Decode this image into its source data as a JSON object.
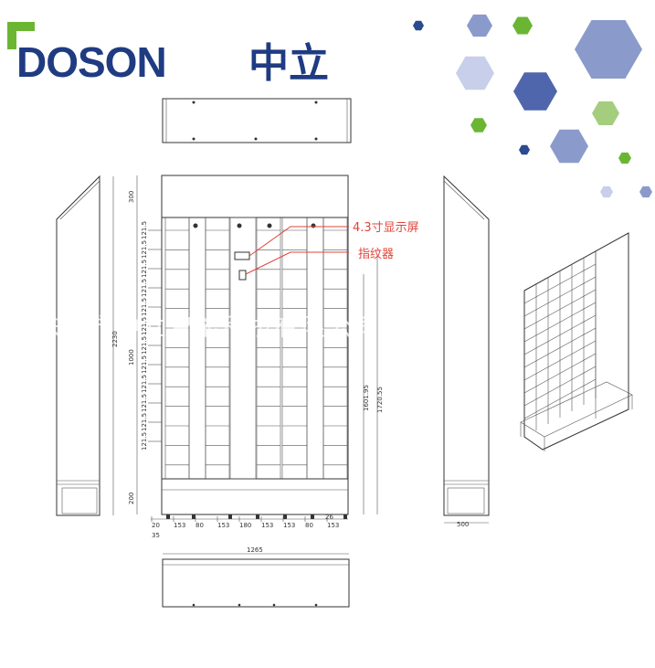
{
  "brand": {
    "latin": "DOSON",
    "cjk": "中立",
    "colors": {
      "primary": "#1f3b82",
      "accent": "#6ab633"
    }
  },
  "callouts": {
    "display": "4.3寸显示屏",
    "fingerprint": "指纹器"
  },
  "watermark": "东莞市中立智能科技有限公司",
  "dimensions": {
    "front_left": [
      "121.5",
      "121.5",
      "121.5",
      "121.5",
      "121.5",
      "121.5",
      "121.5",
      "121.5",
      "121.5",
      "121.5",
      "121.5",
      "121.5"
    ],
    "top_header": "300",
    "bottom_base": "200",
    "total_height": "2230",
    "mid_height": "1000",
    "right_a": "1601.95",
    "right_b": "1720.55",
    "bottom_widths": [
      "20",
      "153",
      "80",
      "153",
      "180",
      "153",
      "153",
      "80",
      "153"
    ],
    "bottom_small": [
      "35",
      "26"
    ],
    "side_depth": "500",
    "overall_width": "1265"
  }
}
